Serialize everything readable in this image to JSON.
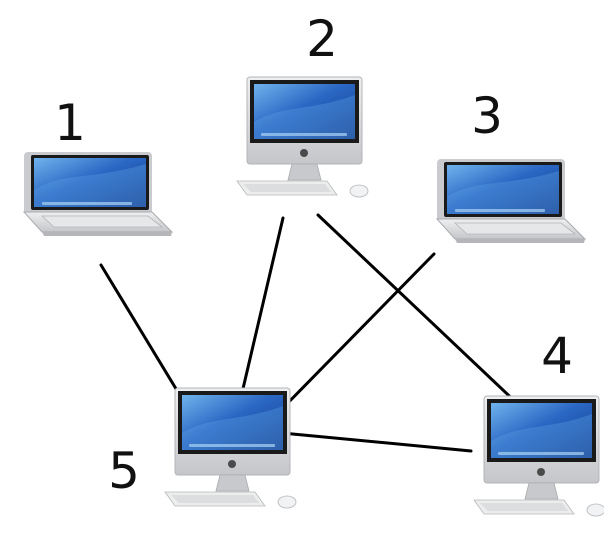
{
  "nodes": [
    {
      "id": "1",
      "label": "1",
      "device": "laptop"
    },
    {
      "id": "2",
      "label": "2",
      "device": "desktop"
    },
    {
      "id": "3",
      "label": "3",
      "device": "laptop"
    },
    {
      "id": "4",
      "label": "4",
      "device": "desktop"
    },
    {
      "id": "5",
      "label": "5",
      "device": "desktop"
    }
  ],
  "connections": [
    {
      "from": "1",
      "to": "5"
    },
    {
      "from": "2",
      "to": "5"
    },
    {
      "from": "2",
      "to": "4"
    },
    {
      "from": "3",
      "to": "5"
    },
    {
      "from": "5",
      "to": "4"
    }
  ],
  "colors": {
    "screen_dark": "#1f4fa8",
    "screen_light": "#7ab8ea",
    "bezel": "#1a1a1a",
    "aluminum": "#d9dadc",
    "aluminum_dark": "#b9bbbe",
    "connection": "#000000"
  }
}
